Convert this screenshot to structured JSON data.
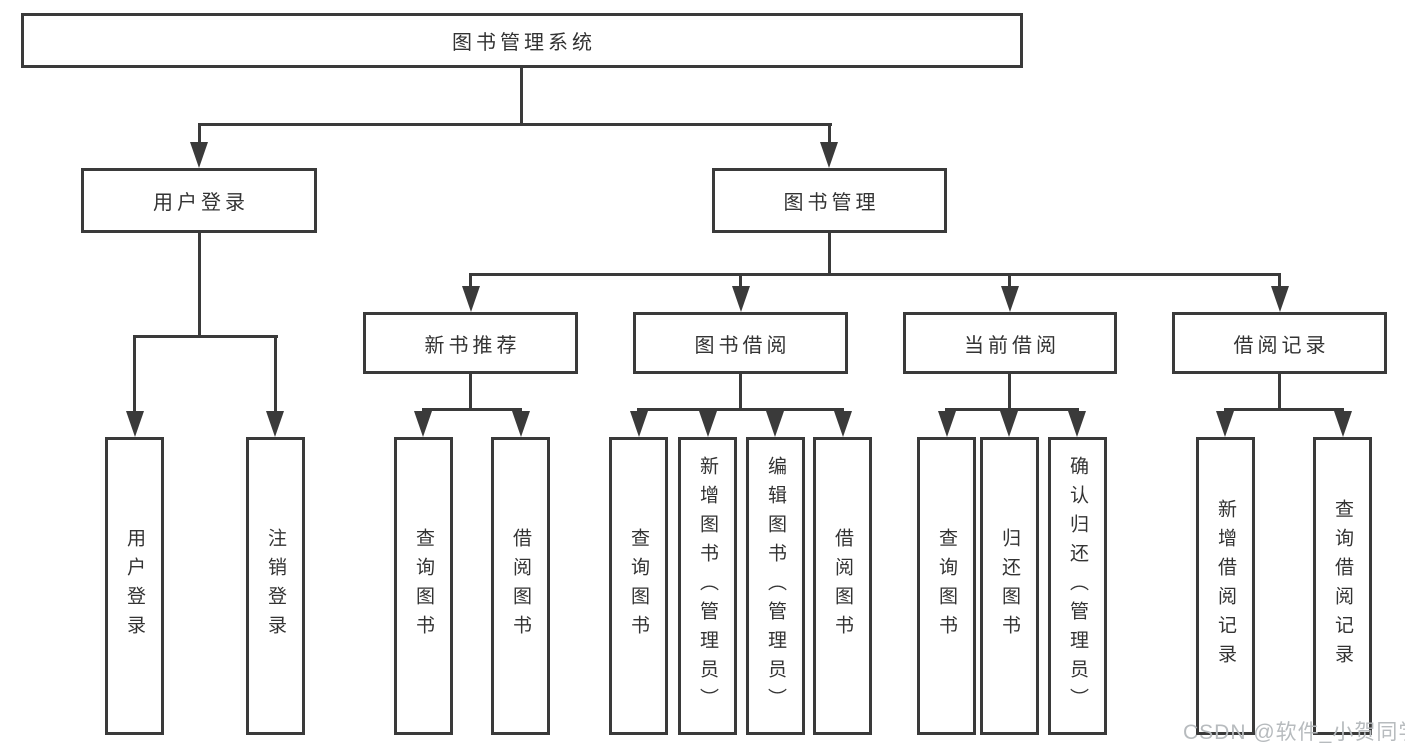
{
  "nodes": {
    "root": {
      "label": "图书管理系统"
    },
    "level2": [
      {
        "label": "用户登录"
      },
      {
        "label": "图书管理"
      }
    ],
    "level3": [
      {
        "label": "新书推荐"
      },
      {
        "label": "图书借阅"
      },
      {
        "label": "当前借阅"
      },
      {
        "label": "借阅记录"
      }
    ],
    "leaves": [
      {
        "label": "用户登录"
      },
      {
        "label": "注销登录"
      },
      {
        "label": "查询图书"
      },
      {
        "label": "借阅图书"
      },
      {
        "label": "查询图书"
      },
      {
        "label": "新增图书（管理员）"
      },
      {
        "label": "编辑图书（管理员）"
      },
      {
        "label": "借阅图书"
      },
      {
        "label": "查询图书"
      },
      {
        "label": "归还图书"
      },
      {
        "label": "确认归还（管理员）"
      },
      {
        "label": "新增借阅记录"
      },
      {
        "label": "查询借阅记录"
      }
    ]
  },
  "watermark": {
    "text": "CSDN @软件_小贺同学",
    "color": "#b7bbbe"
  },
  "colors": {
    "line": "#3a3a3a",
    "box_border": "#3a3a3a",
    "box_background": "#ffffff",
    "text": "#333333",
    "page_background": "#ffffff"
  }
}
